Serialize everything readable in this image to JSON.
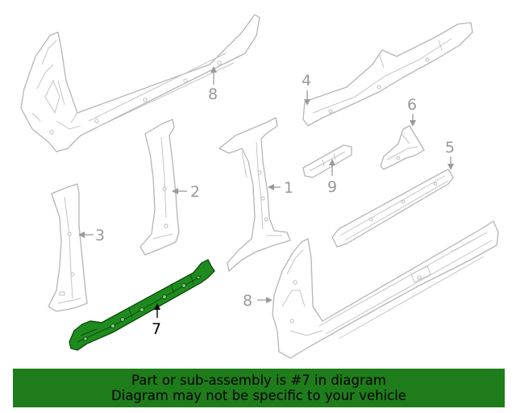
{
  "diagram": {
    "callouts": {
      "c1": "1",
      "c2": "2",
      "c3": "3",
      "c4": "4",
      "c5": "5",
      "c6": "6",
      "c7": "7",
      "c8a": "8",
      "c8b": "8",
      "c9": "9"
    },
    "highlight_color": "#1f8b1f",
    "highlighted_part": "7"
  },
  "banner": {
    "line1": "Part or sub-assembly is #7 in diagram",
    "line2": "Diagram may not be specific to your vehicle",
    "background_color": "#1e7d1a"
  }
}
